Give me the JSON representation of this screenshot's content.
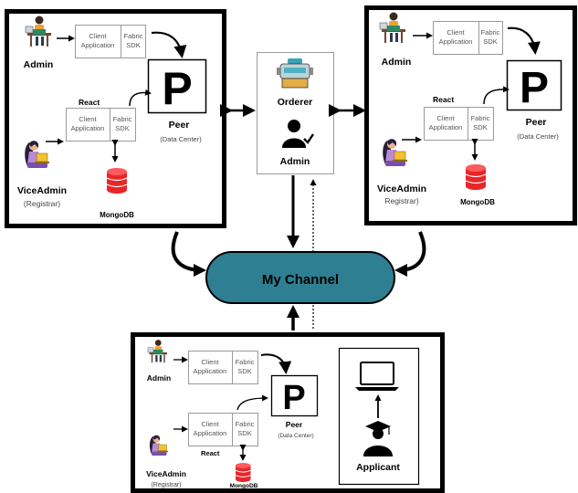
{
  "labels": {
    "admin": "Admin",
    "vice_admin": "ViceAdmin",
    "registrar": "(Registrar)",
    "registrar_plain": "Registrar)",
    "client": "Client",
    "application": "Application",
    "fabric": "Fabric",
    "sdk": "SDK",
    "react": "React",
    "peer": "Peer",
    "data_center": "(Data Center)",
    "mongodb": "MongoDB",
    "peer_logo": "P"
  },
  "orderer": {
    "title": "Orderer",
    "admin": "Admin"
  },
  "channel": {
    "label": "My Channel"
  },
  "applicant": {
    "label": "Applicant"
  },
  "colors": {
    "channel_fill": "#2e7f91",
    "db_red": "#e8262a",
    "line": "#000000",
    "box_border": "#9a9a9a"
  },
  "icons": [
    "person-at-desk-icon",
    "woman-laptop-icon",
    "database-icon",
    "peer-logo-icon",
    "orderer-robot-icon",
    "user-check-icon",
    "laptop-icon",
    "graduate-icon"
  ]
}
